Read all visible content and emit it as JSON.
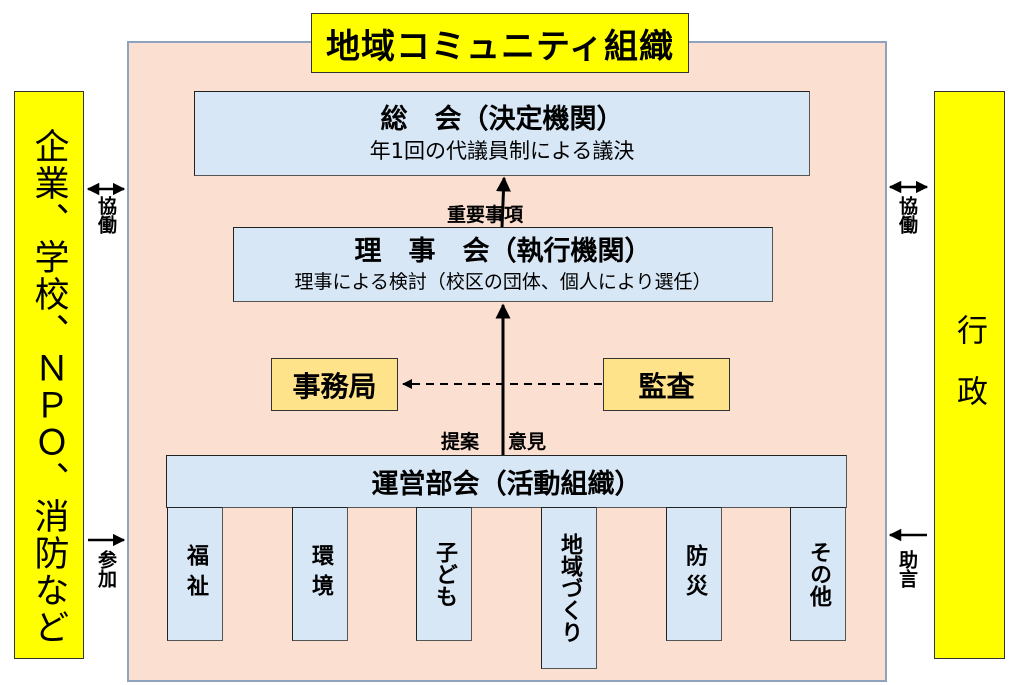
{
  "diagram": {
    "title": "地域コミュニティ組織",
    "general_assembly": {
      "title": "総　会（決定機関）",
      "subtitle": "年1回の代議員制による議決"
    },
    "board": {
      "title": "理　事　会（執行機関）",
      "subtitle": "理事による検討（校区の団体、個人により選任）"
    },
    "arrow_board_to_assembly_label": "重要事項",
    "secretariat": "事務局",
    "audit": "監査",
    "arrow_committee_to_board_labels": {
      "left": "提案",
      "right": "意見"
    },
    "operating_committee": {
      "title": "運営部会（活動組織）",
      "sections": [
        "福祉",
        "環境",
        "子ども",
        "地域づくり",
        "防災",
        "その他"
      ]
    },
    "left_partner": {
      "label": "企業、学校、ＮＰＯ、消防など",
      "upper_link_label": "協働",
      "lower_link_label": "参加"
    },
    "right_partner": {
      "label": "行政",
      "upper_link_label": "協働",
      "lower_link_label": "助言"
    }
  },
  "colors": {
    "frame_fill": "#fbe0d1",
    "box_blue": "#d8e7f6",
    "highlight_yellow": "#ffff00",
    "pale_yellow": "#ffe38a"
  }
}
